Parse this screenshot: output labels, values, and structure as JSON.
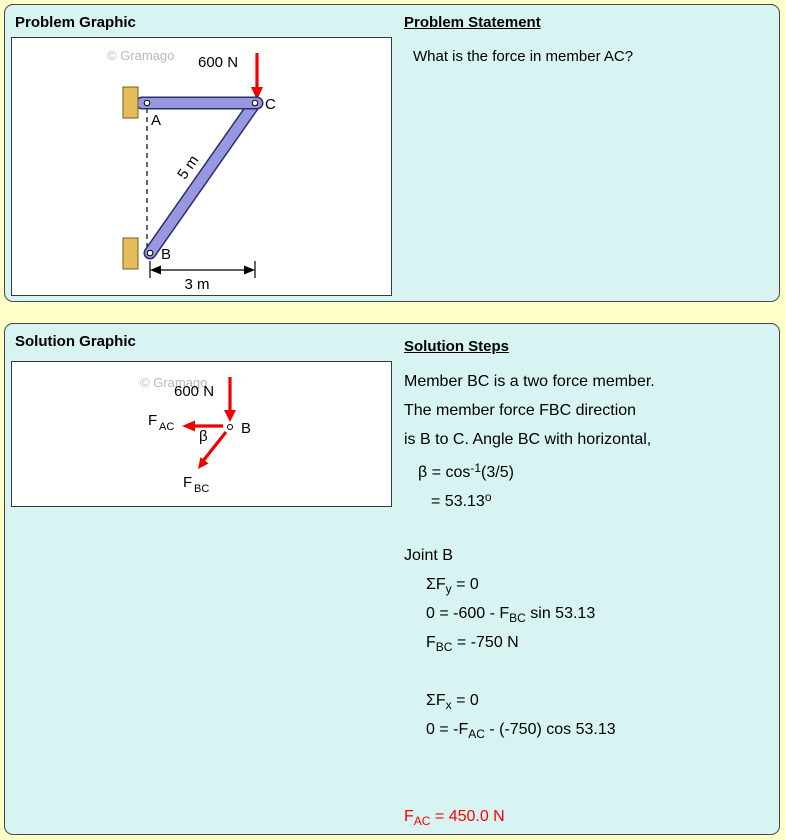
{
  "colors": {
    "page_bg": "#ffffc8",
    "panel_bg": "#d7f4f2",
    "member_fill": "#9898e0",
    "member_outline": "#2d2d6b",
    "support_tan": "#e3bc5c",
    "force_red": "#f20000",
    "result_red": "#ff0000",
    "watermark_gray": "#b8b8b8"
  },
  "problem_panel": {
    "graphic_title": "Problem Graphic",
    "statement_title": "Problem Statement",
    "statement_text": "What is the force in member AC?",
    "diagram": {
      "watermark": "© Gramago",
      "force_label": "600 N",
      "node_a": "A",
      "node_b": "B",
      "node_c": "C",
      "length_bc": "5 m",
      "dim_3m": "3 m"
    }
  },
  "solution_panel": {
    "graphic_title": "Solution Graphic",
    "steps_title": "Solution Steps",
    "fbd": {
      "watermark": "© Gramago",
      "force_label": "600 N",
      "f_label": "F",
      "fac_sub": "AC",
      "fbc_sub": "BC",
      "beta": "β",
      "node_b": "B"
    },
    "steps": {
      "line1": "Member BC is a two force member.",
      "line2": "The member force FBC direction",
      "line3": "is B to C. Angle BC with horizontal,",
      "beta_eq_a": "β = cos",
      "beta_eq_sup": "-1",
      "beta_eq_b": "(3/5)",
      "beta_val_a": "= 53.13",
      "beta_val_sup": "o",
      "joint_b": "Joint B",
      "sum_fy_a": "ΣF",
      "sum_fy_sub": "y",
      "sum_fy_b": " = 0",
      "eq_fy_a": "0 = -600 - F",
      "eq_fy_sub": "BC",
      "eq_fy_b": " sin 53.13",
      "fbc_res_a": "F",
      "fbc_res_sub": "BC",
      "fbc_res_b": " = -750 N",
      "sum_fx_a": "ΣF",
      "sum_fx_sub": "x",
      "sum_fx_b": " = 0",
      "eq_fx_a": "0 = -F",
      "eq_fx_sub": "AC",
      "eq_fx_b": " - (-750) cos 53.13",
      "fac_res_a": "F",
      "fac_res_sub": "AC",
      "fac_res_b": " = 450.0 N"
    }
  }
}
